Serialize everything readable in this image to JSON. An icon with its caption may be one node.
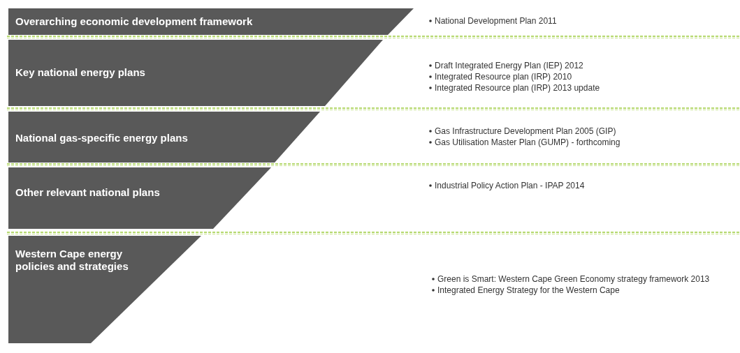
{
  "diagram": {
    "nodes": [
      {
        "text": [
          "Overarching economic development framework"
        ]
      },
      {
        "text": [
          "Key national energy plans"
        ]
      },
      {
        "text": [
          "National gas-specific energy plans"
        ]
      },
      {
        "text": [
          "Other relevant national plans"
        ]
      },
      {
        "text": [
          "Western Cape energy policies and strategies"
        ]
      }
    ],
    "labels": [
      "National Development Plan 2011",
      "Draft Integrated Energy Plan (IEP) 2012",
      "Integrated Resource plan (IRP) 2010",
      "Integrated Resource plan (IRP) 2013 update",
      "Gas Infrastructure Development Plan 2005 (GIP)",
      "Gas Utilisation Master Plan (GUMP) - forthcoming",
      "Industrial Policy Action Plan - IPAP 2014",
      "Green is Smart: Western Cape Green Economy strategy framework 2013",
      "Integrated Energy Strategy for the Western Cape"
    ]
  }
}
